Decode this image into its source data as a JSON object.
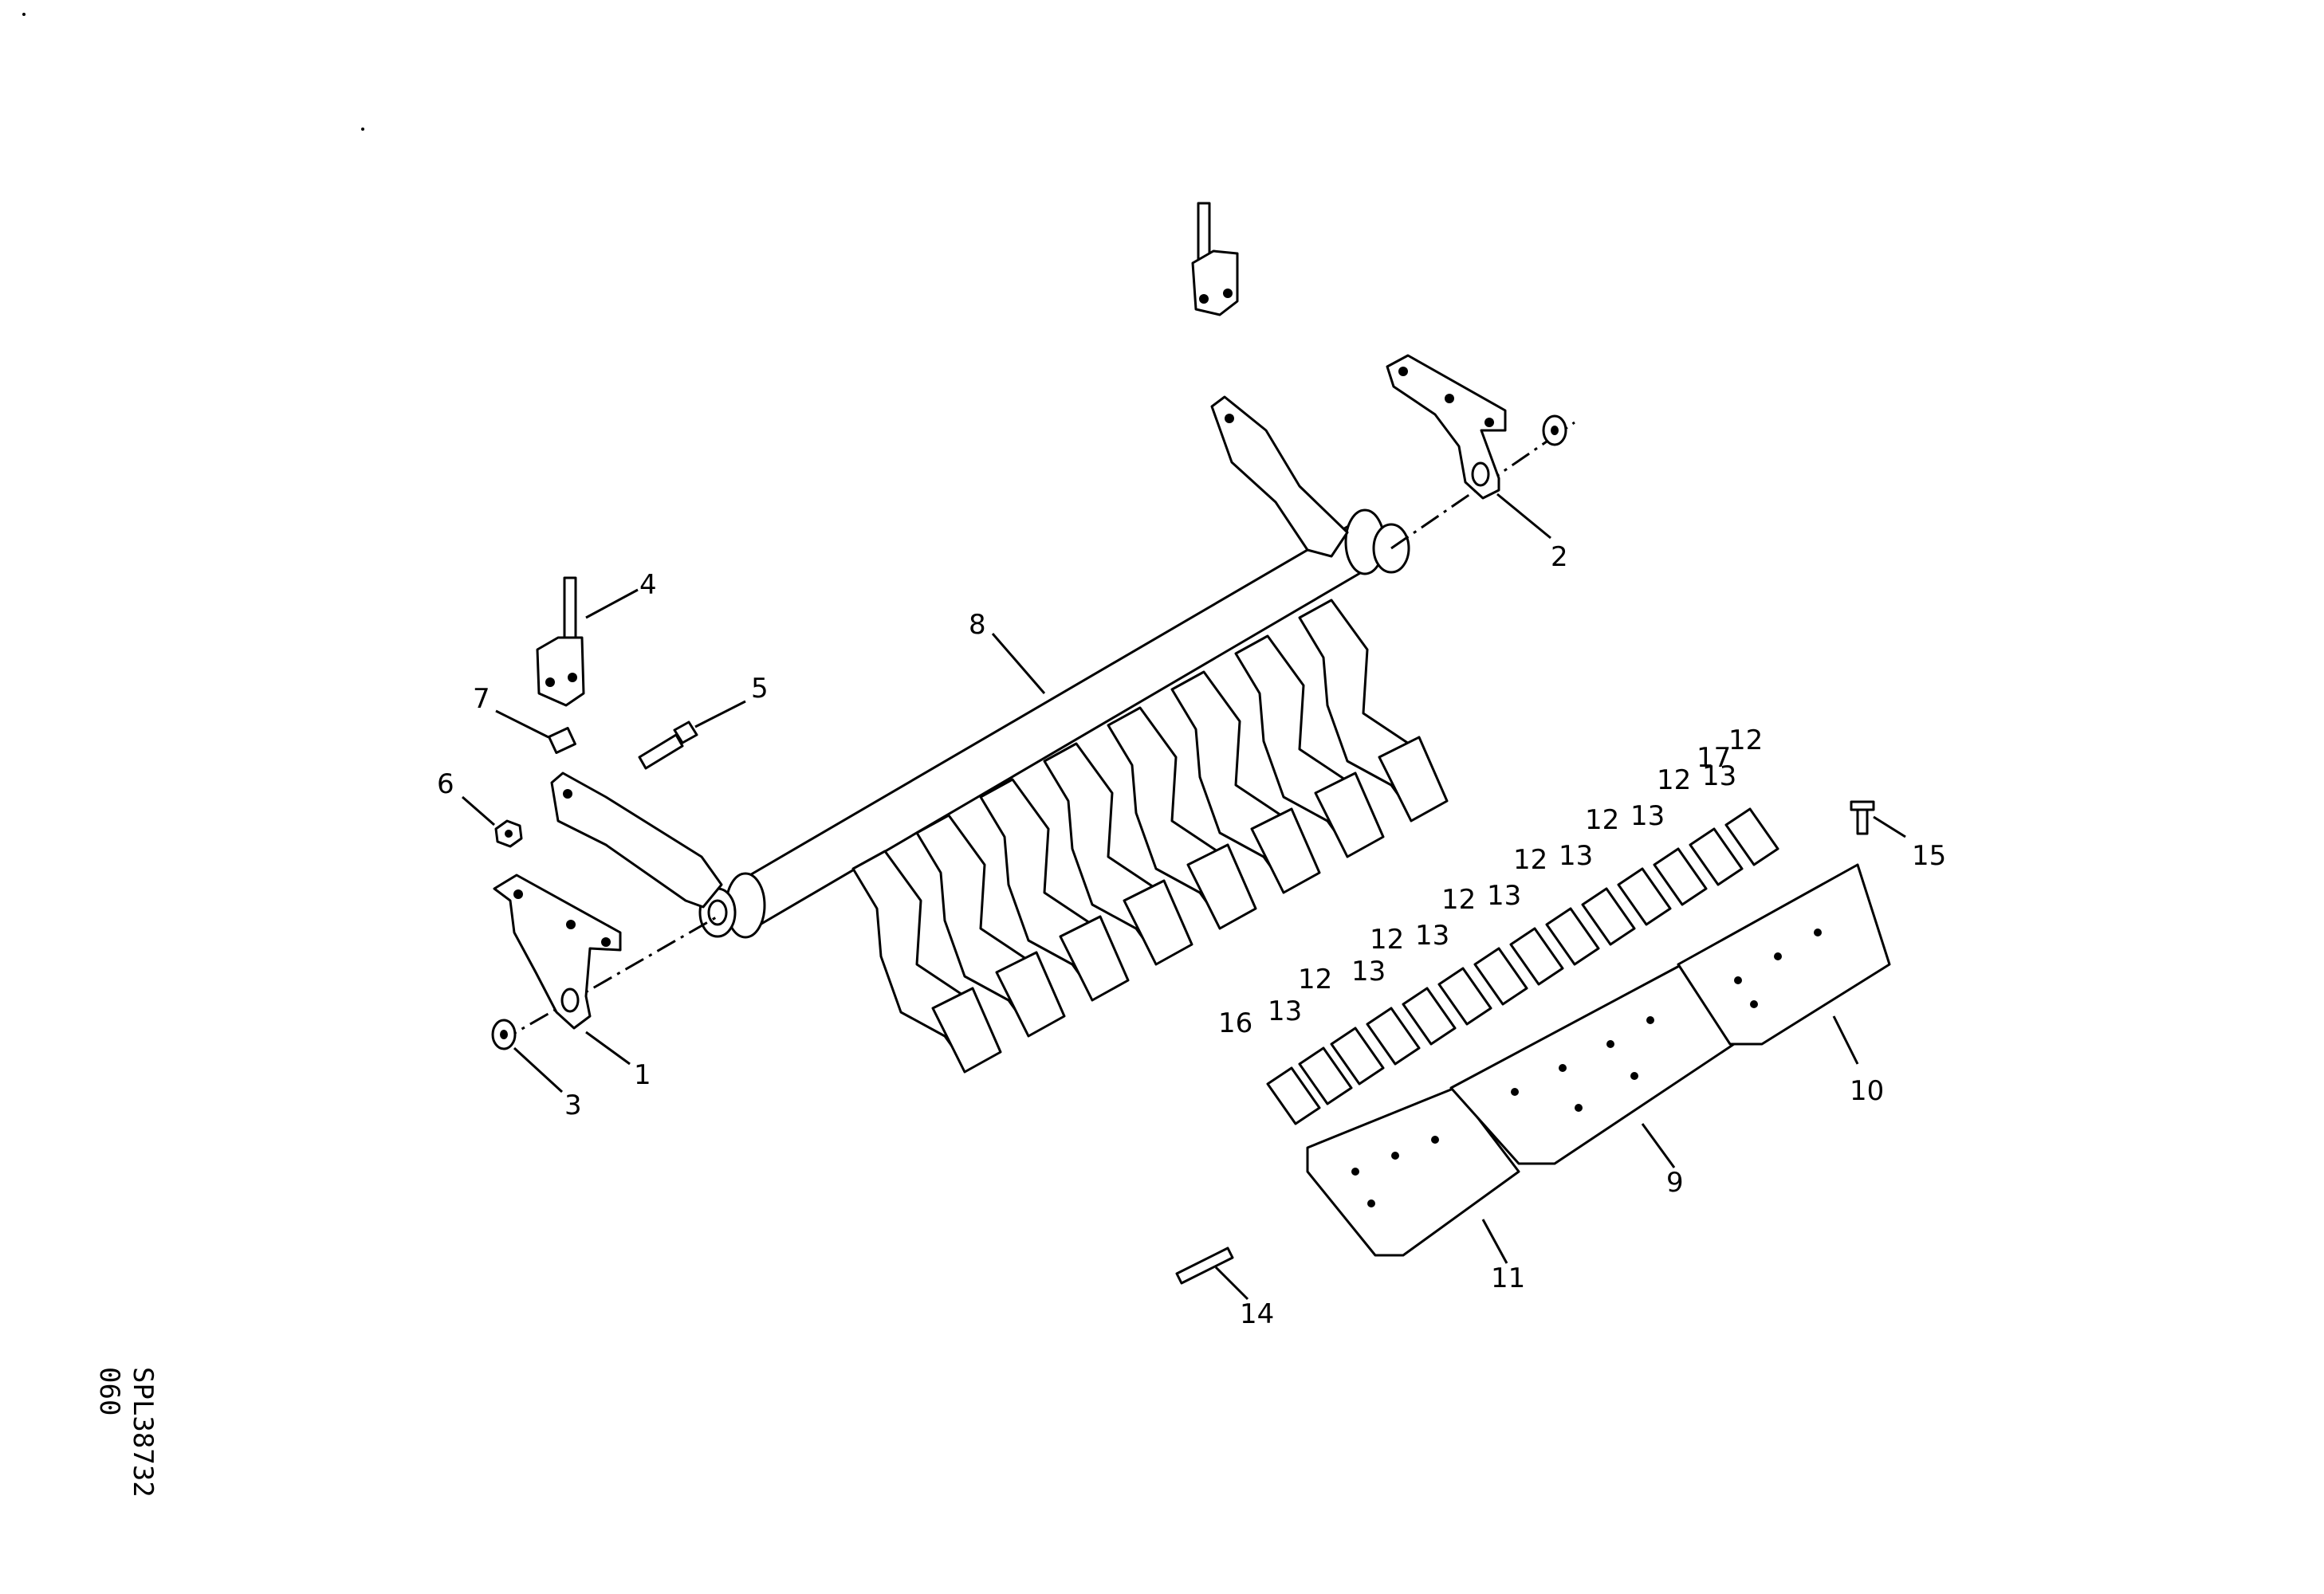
{
  "drawing": {
    "ref_code": "SPL38732",
    "ref_page": "060"
  },
  "callouts": [
    {
      "label": "1"
    },
    {
      "label": "2"
    },
    {
      "label": "3"
    },
    {
      "label": "4"
    },
    {
      "label": "5"
    },
    {
      "label": "6"
    },
    {
      "label": "7"
    },
    {
      "label": "8"
    },
    {
      "label": "9"
    },
    {
      "label": "10"
    },
    {
      "label": "11"
    },
    {
      "label": "12"
    },
    {
      "label": "12"
    },
    {
      "label": "12"
    },
    {
      "label": "12"
    },
    {
      "label": "12"
    },
    {
      "label": "12"
    },
    {
      "label": "12"
    },
    {
      "label": "13"
    },
    {
      "label": "13"
    },
    {
      "label": "13"
    },
    {
      "label": "13"
    },
    {
      "label": "13"
    },
    {
      "label": "13"
    },
    {
      "label": "13"
    },
    {
      "label": "14"
    },
    {
      "label": "15"
    },
    {
      "label": "16"
    },
    {
      "label": "17"
    }
  ]
}
